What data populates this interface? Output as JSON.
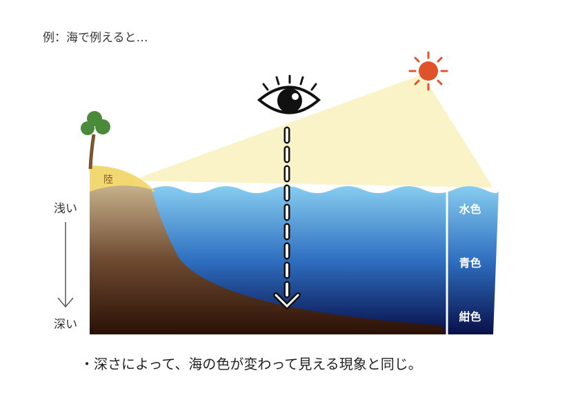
{
  "title": "例：海で例えると…",
  "caption": "・深さによって、海の色が変わって見える現象と同じ。",
  "depth_axis": {
    "shallow": "浅い",
    "deep": "深い"
  },
  "land_label": "陸",
  "color_labels": [
    "水色",
    "青色",
    "紺色"
  ],
  "colors": {
    "sun": "#e0532a",
    "light": "#fbf3c8",
    "sea_top": "#7cc4ec",
    "sea_bottom": "#0a1550",
    "land_top": "#c9b08a",
    "land_bottom": "#2a1208",
    "tree": "#4a8a3a",
    "sand": "#f2d870"
  }
}
